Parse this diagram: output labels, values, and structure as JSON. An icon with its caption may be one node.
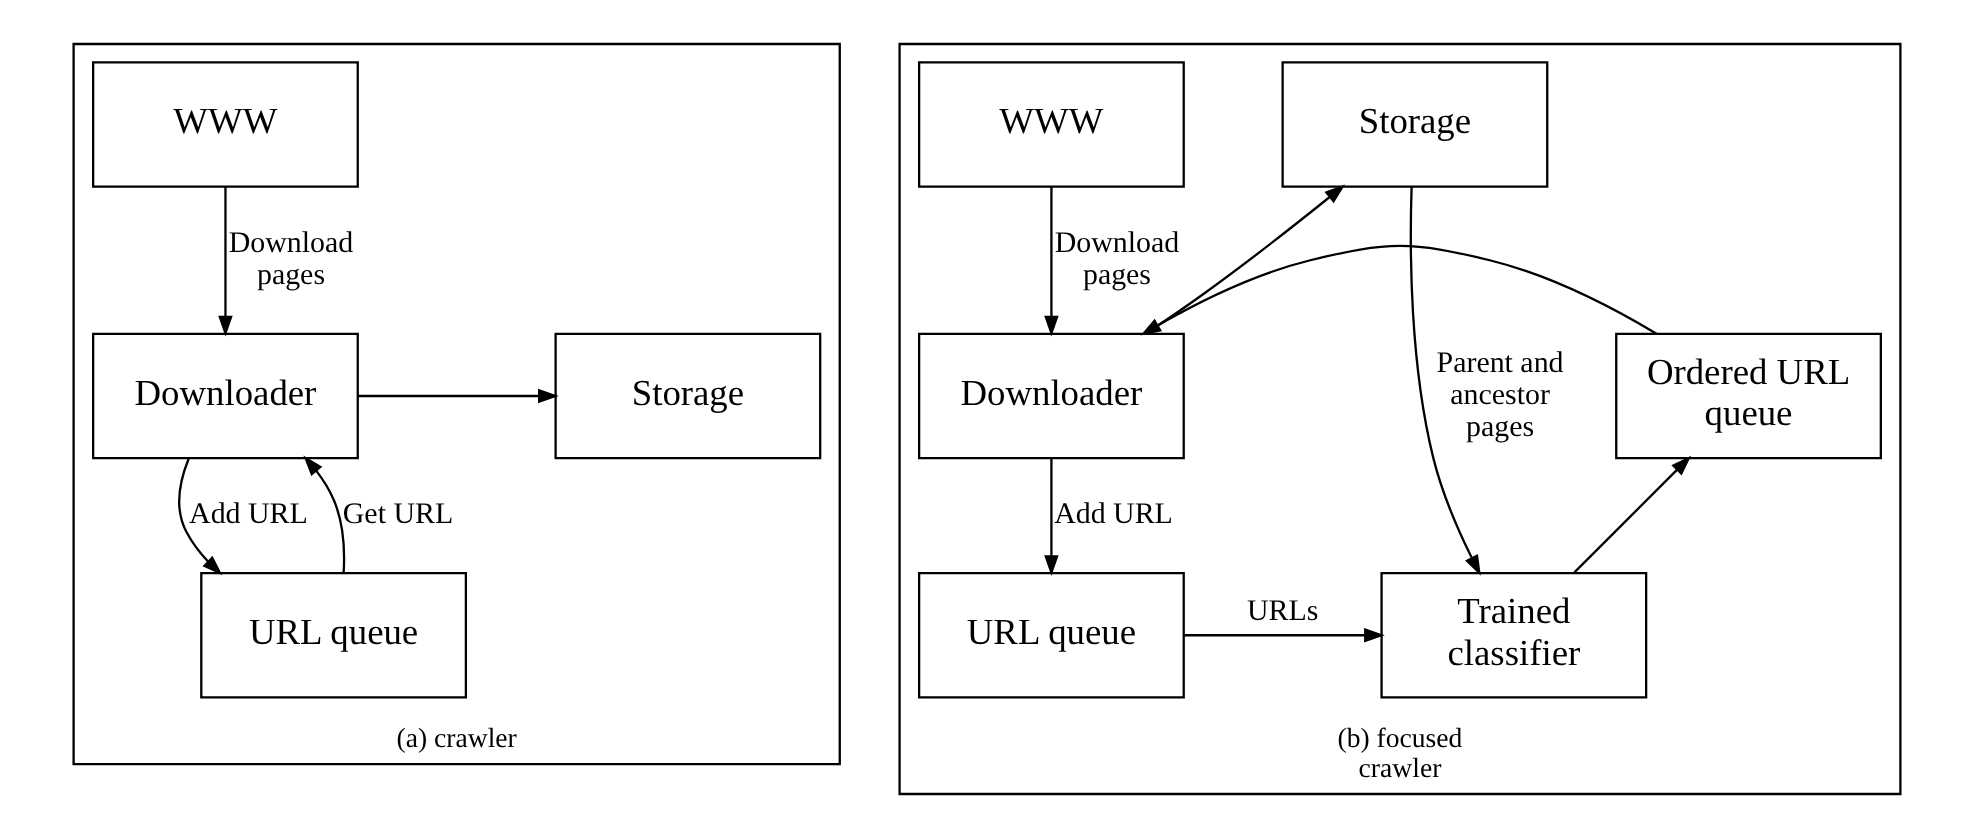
{
  "diagram": {
    "nodes": [
      {
        "text": [
          "(a) crawler"
        ]
      },
      {
        "text": [
          "WWW"
        ],
        "in": 0
      },
      {
        "text": [
          "Downloader"
        ],
        "in": 0
      },
      {
        "text": [
          "Storage"
        ],
        "in": 0
      },
      {
        "text": [
          "URL queue"
        ],
        "in": 0
      },
      {
        "text": [
          "(b) focused crawler"
        ]
      },
      {
        "text": [
          "WWW"
        ],
        "in": 5
      },
      {
        "text": [
          "Storage"
        ],
        "in": 5
      },
      {
        "text": [
          "Downloader"
        ],
        "in": 5
      },
      {
        "text": [
          "Ordered URL queue"
        ],
        "in": 5
      },
      {
        "text": [
          "URL queue"
        ],
        "in": 5
      },
      {
        "text": [
          "Trained classifier"
        ],
        "in": 5
      }
    ],
    "edges": [
      {
        "from": 1,
        "to": 2,
        "arrow": "to",
        "label": "Download pages"
      },
      {
        "from": 2,
        "to": 3,
        "arrow": "to"
      },
      {
        "from": 4,
        "to": 2,
        "arrow": "to",
        "label": "Get URL"
      },
      {
        "from": 2,
        "to": 4,
        "arrow": "to",
        "label": "Add URL"
      },
      {
        "from": 6,
        "to": 8,
        "arrow": "to",
        "label": "Download pages"
      },
      {
        "from": 8,
        "to": 7,
        "arrow": "to"
      },
      {
        "from": 9,
        "to": 8,
        "arrow": "to"
      },
      {
        "from": 8,
        "to": 10,
        "arrow": "to",
        "label": "Add URL"
      },
      {
        "from": 10,
        "to": 11,
        "arrow": "to",
        "label": "URLs"
      },
      {
        "from": 11,
        "to": 9,
        "arrow": "to"
      },
      {
        "from": 7,
        "to": 11,
        "arrow": "to",
        "label": "Parent and ancestor pages"
      }
    ]
  }
}
